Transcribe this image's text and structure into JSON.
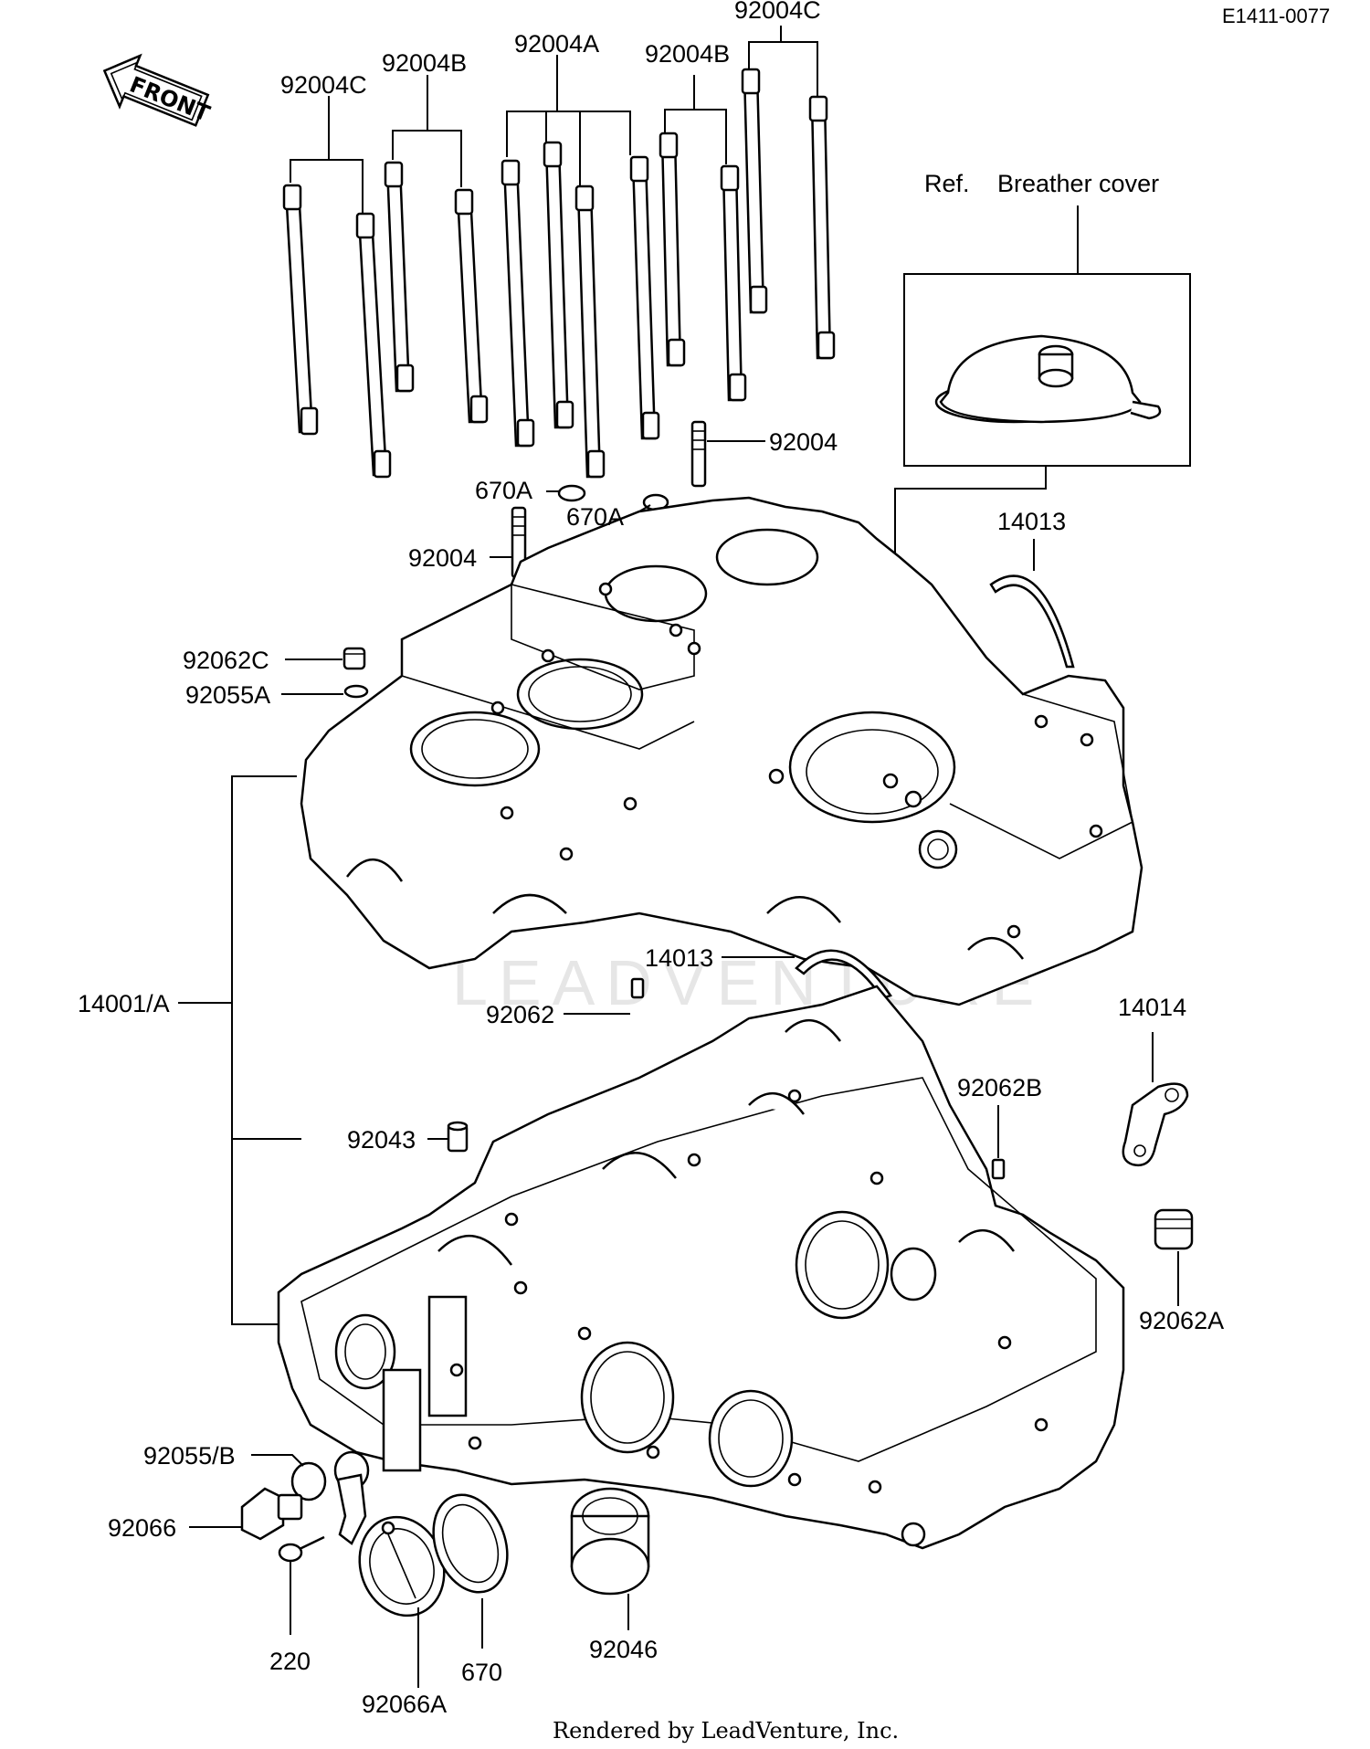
{
  "diagram_id": "E1411-0077",
  "front_label": "FRONT",
  "breather": {
    "ref": "Ref.",
    "name": "Breather cover"
  },
  "watermark": "LEADVENTURE",
  "footer": "Rendered by LeadVenture, Inc.",
  "labels": {
    "l_92004C_left": "92004C",
    "l_92004B_left": "92004B",
    "l_92004A": "92004A",
    "l_92004B_right": "92004B",
    "l_92004C_right": "92004C",
    "l_92004_right": "92004",
    "l_670A_left": "670A",
    "l_670A_mid": "670A",
    "l_92004_left": "92004",
    "l_14013_top": "14013",
    "l_92062C": "92062C",
    "l_92055A": "92055A",
    "l_14001A": "14001/A",
    "l_14013_mid": "14013",
    "l_92062": "92062",
    "l_14014": "14014",
    "l_92062B": "92062B",
    "l_92043": "92043",
    "l_92062A": "92062A",
    "l_92055B": "92055/B",
    "l_92066": "92066",
    "l_220": "220",
    "l_92066A": "92066A",
    "l_670": "670",
    "l_92046": "92046"
  }
}
